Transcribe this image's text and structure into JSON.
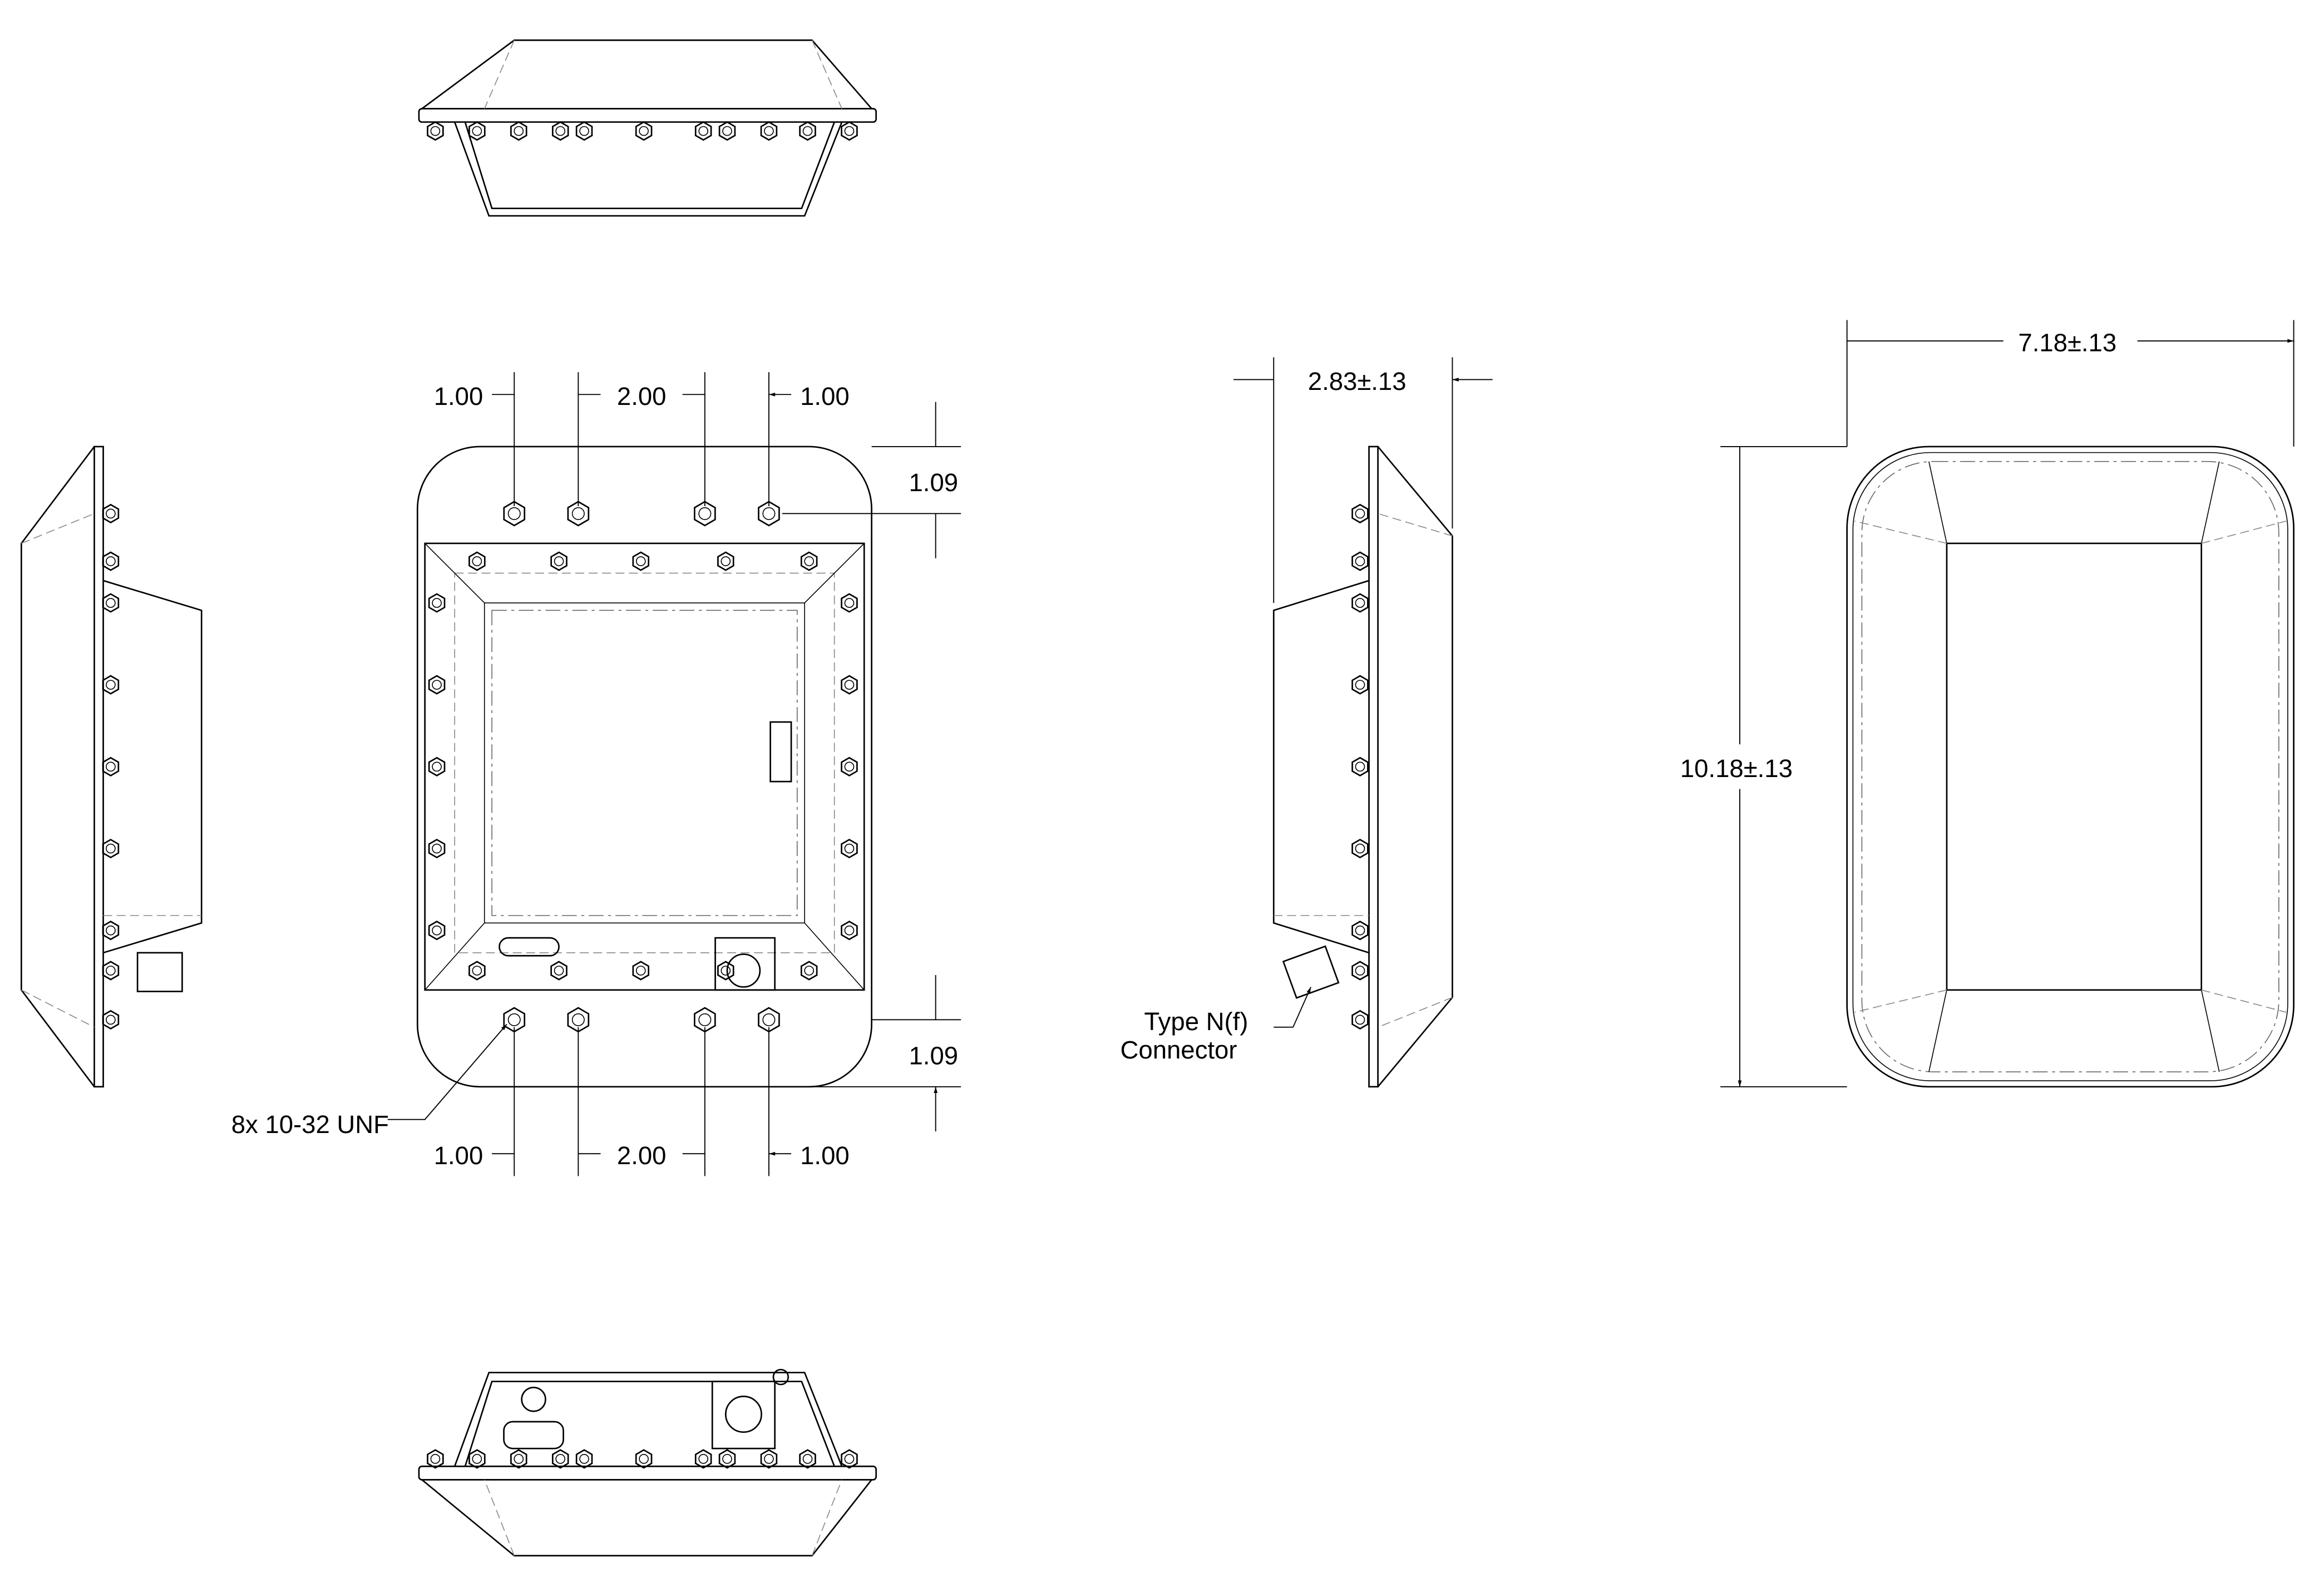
{
  "drawing": {
    "front_view": {
      "top_dims": [
        "1.00",
        "2.00",
        "1.00"
      ],
      "bottom_dims": [
        "1.00",
        "2.00",
        "1.00"
      ],
      "top_edge_dim": "1.09",
      "bottom_edge_dim": "1.09",
      "hole_callout": "8x 10-32 UNF"
    },
    "side_view": {
      "depth_dim": "2.83±.13",
      "connector_callout_line1": "Type N(f)",
      "connector_callout_line2": "Connector"
    },
    "rear_view": {
      "width_dim": "7.18±.13",
      "height_dim": "10.18±.13"
    }
  }
}
